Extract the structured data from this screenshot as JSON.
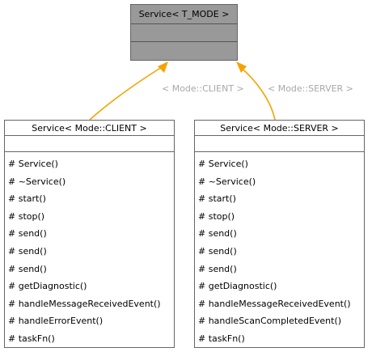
{
  "base_class": {
    "title": "Service< T_MODE >"
  },
  "edges": {
    "client_label": "< Mode::CLIENT >",
    "server_label": "< Mode::SERVER >",
    "arrow_color": "#f5a300"
  },
  "client_class": {
    "title": "Service< Mode::CLIENT >",
    "members": [
      "# Service()",
      "# ~Service()",
      "# start()",
      "# stop()",
      "# send()",
      "# send()",
      "# send()",
      "# getDiagnostic()",
      "# handleMessageReceivedEvent()",
      "# handleErrorEvent()",
      "# taskFn()"
    ]
  },
  "server_class": {
    "title": "Service< Mode::SERVER >",
    "members": [
      "# Service()",
      "# ~Service()",
      "# start()",
      "# stop()",
      "# send()",
      "# send()",
      "# send()",
      "# getDiagnostic()",
      "# handleMessageReceivedEvent()",
      "# handleScanCompletedEvent()",
      "# taskFn()"
    ]
  }
}
